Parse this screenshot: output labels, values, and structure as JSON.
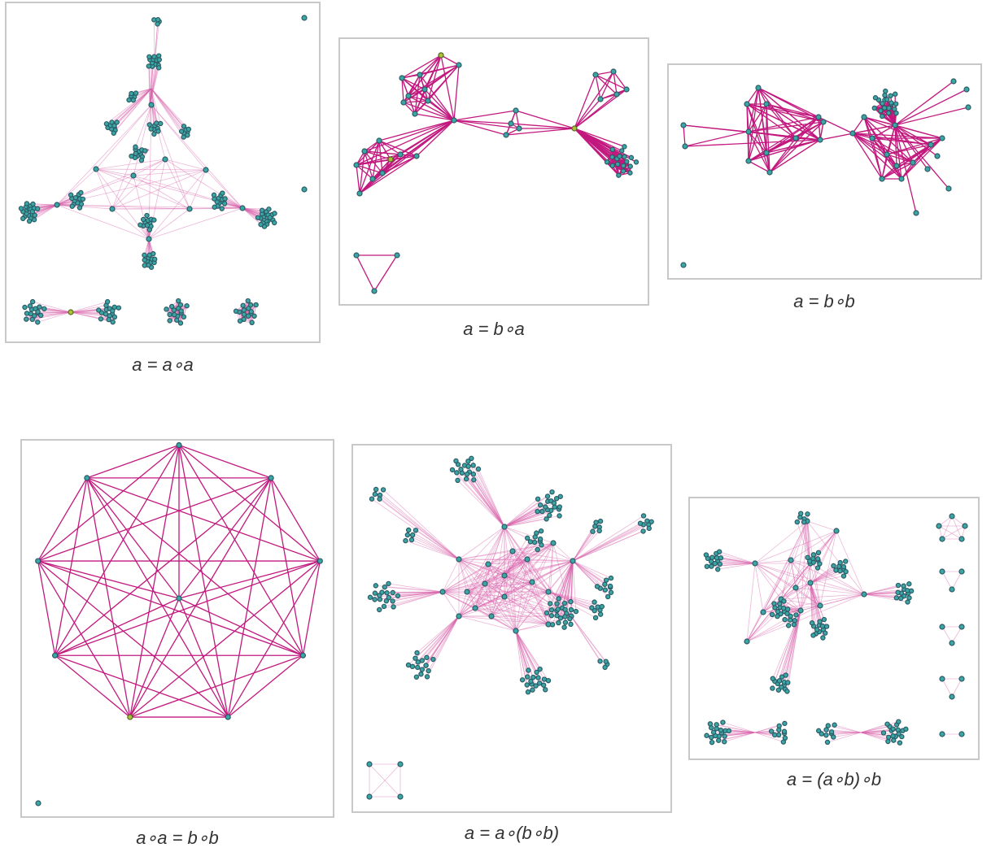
{
  "panels": [
    {
      "id": "p1",
      "caption": "a = a∘a"
    },
    {
      "id": "p2",
      "caption": "a = b∘a"
    },
    {
      "id": "p3",
      "caption": "a = b∘b"
    },
    {
      "id": "p4",
      "caption": "a∘a = b∘b"
    },
    {
      "id": "p5",
      "caption": "a = a∘(b∘b)"
    },
    {
      "id": "p6",
      "caption": "a = (a∘b)∘b"
    }
  ],
  "colors": {
    "node": "#3aa6a6",
    "node_alt": "#a8c23a",
    "edge": "#c2187e",
    "border": "#c8c8c8"
  }
}
